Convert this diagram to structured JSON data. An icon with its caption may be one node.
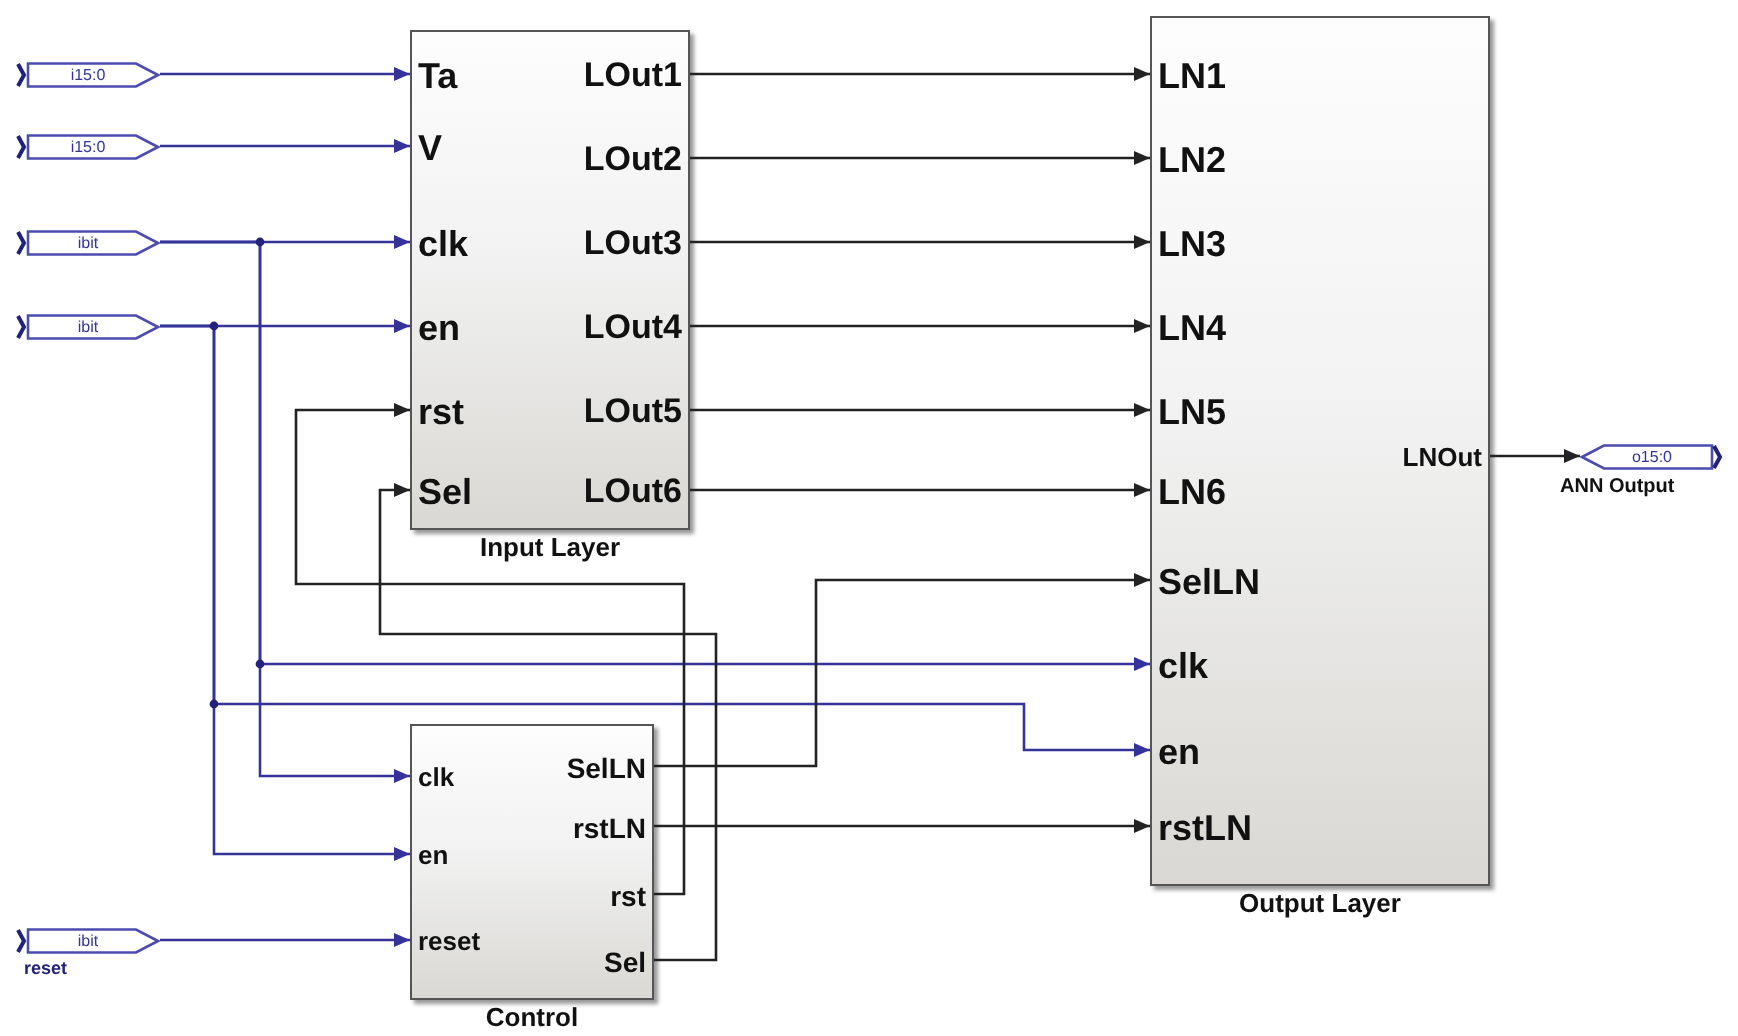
{
  "diagram": {
    "nodes": [
      {
        "text": [
          "i15:0"
        ]
      },
      {
        "text": [
          "i15:0"
        ]
      },
      {
        "text": [
          "ibit"
        ]
      },
      {
        "text": [
          "ibit"
        ]
      },
      {
        "text": [
          "Input Layer"
        ]
      },
      {
        "text": [
          "Ta"
        ],
        "in": 4
      },
      {
        "text": [
          "V"
        ],
        "in": 4
      },
      {
        "text": [
          "clk"
        ],
        "in": 4
      },
      {
        "text": [
          "en"
        ],
        "in": 4
      },
      {
        "text": [
          "rst"
        ],
        "in": 4
      },
      {
        "text": [
          "Sel"
        ],
        "in": 4
      },
      {
        "text": [
          "LOut1"
        ],
        "in": 4
      },
      {
        "text": [
          "LOut2"
        ],
        "in": 4
      },
      {
        "text": [
          "LOut3"
        ],
        "in": 4
      },
      {
        "text": [
          "LOut4"
        ],
        "in": 4
      },
      {
        "text": [
          "LOut5"
        ],
        "in": 4
      },
      {
        "text": [
          "LOut6"
        ],
        "in": 4
      },
      {
        "text": [
          "Output Layer"
        ]
      },
      {
        "text": [
          "LN1"
        ],
        "in": 17
      },
      {
        "text": [
          "LN2"
        ],
        "in": 17
      },
      {
        "text": [
          "LN3"
        ],
        "in": 17
      },
      {
        "text": [
          "LN4"
        ],
        "in": 17
      },
      {
        "text": [
          "LN5"
        ],
        "in": 17
      },
      {
        "text": [
          "LN6"
        ],
        "in": 17
      },
      {
        "text": [
          "SelLN"
        ],
        "in": 17
      },
      {
        "text": [
          "clk"
        ],
        "in": 17
      },
      {
        "text": [
          "en"
        ],
        "in": 17
      },
      {
        "text": [
          "rstLN"
        ],
        "in": 17
      },
      {
        "text": [
          "LNOut"
        ],
        "in": 17
      },
      {
        "text": [
          "Control"
        ]
      },
      {
        "text": [
          "clk"
        ],
        "in": 29
      },
      {
        "text": [
          "en"
        ],
        "in": 29
      },
      {
        "text": [
          "reset"
        ],
        "in": 29
      },
      {
        "text": [
          "SelLN"
        ],
        "in": 29
      },
      {
        "text": [
          "rstLN"
        ],
        "in": 29
      },
      {
        "text": [
          "rst"
        ],
        "in": 29
      },
      {
        "text": [
          "Sel"
        ],
        "in": 29
      },
      {
        "text": [
          "ibit"
        ],
        "beside": [
          "reset"
        ]
      },
      {
        "text": [
          "o15:0"
        ],
        "beside": [
          "ANN Output"
        ]
      }
    ],
    "edges": [
      {
        "from": 0,
        "to": 5,
        "arrow": "to",
        "color": "#33339a"
      },
      {
        "from": 1,
        "to": 6,
        "arrow": "to",
        "color": "#33339a"
      },
      {
        "from": 2,
        "to": 7,
        "arrow": "to",
        "color": "#33339a"
      },
      {
        "from": 2,
        "to": 30,
        "arrow": "to",
        "color": "#33339a"
      },
      {
        "from": 2,
        "to": 25,
        "arrow": "to",
        "color": "#33339a"
      },
      {
        "from": 3,
        "to": 8,
        "arrow": "to",
        "color": "#33339a"
      },
      {
        "from": 3,
        "to": 31,
        "arrow": "to",
        "color": "#33339a"
      },
      {
        "from": 3,
        "to": 26,
        "arrow": "to",
        "color": "#33339a"
      },
      {
        "from": 11,
        "to": 18,
        "arrow": "to"
      },
      {
        "from": 12,
        "to": 19,
        "arrow": "to"
      },
      {
        "from": 13,
        "to": 20,
        "arrow": "to"
      },
      {
        "from": 14,
        "to": 21,
        "arrow": "to"
      },
      {
        "from": 15,
        "to": 22,
        "arrow": "to"
      },
      {
        "from": 16,
        "to": 23,
        "arrow": "to"
      },
      {
        "from": 35,
        "to": 9,
        "arrow": "to"
      },
      {
        "from": 36,
        "to": 10,
        "arrow": "to"
      },
      {
        "from": 33,
        "to": 24,
        "arrow": "to"
      },
      {
        "from": 34,
        "to": 27,
        "arrow": "to"
      },
      {
        "from": 37,
        "to": 32,
        "arrow": "to",
        "color": "#33339a"
      },
      {
        "from": 28,
        "to": 38,
        "arrow": "to"
      }
    ]
  }
}
